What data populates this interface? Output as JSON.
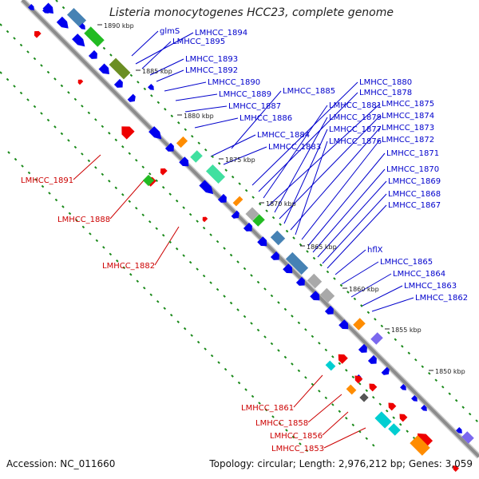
{
  "title": "Listeria monocytogenes HCC23, complete genome",
  "footer": {
    "accession": "Accession: NC_011660",
    "topology": "Topology: circular; Length: 2,976,212 bp; Genes: 3,059"
  },
  "colors": {
    "background": "#ffffff",
    "backbone": "#8c8c8c",
    "forward_gene": "#0000ee",
    "reverse_gene": "#ee0000",
    "forward_label": "#0000cc",
    "reverse_label": "#cc0000",
    "tick_marks": "#1a8a1a",
    "cog_orange": "#ff8c00",
    "cog_green": "#22bb22",
    "cog_olive": "#6b8e23",
    "cog_cyan": "#00ced1",
    "cog_aqua": "#40e0a0",
    "cog_steel": "#4682b4",
    "cog_gray": "#a9a9a9",
    "cog_purple": "#7b68ee"
  },
  "kbp_marks": [
    "1890 kbp",
    "1885 kbp",
    "1880 kbp",
    "1875 kbp",
    "1870 kbp",
    "1865 kbp",
    "1860 kbp",
    "1855 kbp",
    "1850 kbp"
  ],
  "forward_genes": [
    "glmS",
    "LMHCC_1894",
    "LMHCC_1895",
    "LMHCC_1893",
    "LMHCC_1892",
    "LMHCC_1890",
    "LMHCC_1889",
    "LMHCC_1887",
    "LMHCC_1886",
    "LMHCC_1885",
    "LMHCC_1884",
    "LMHCC_1883",
    "LMHCC_1880",
    "LMHCC_1878",
    "LMHCC_1881",
    "LMHCC_1875",
    "LMHCC_1879",
    "LMHCC_1874",
    "LMHCC_1877",
    "LMHCC_1873",
    "LMHCC_1876",
    "LMHCC_1872",
    "LMHCC_1871",
    "LMHCC_1870",
    "LMHCC_1869",
    "LMHCC_1868",
    "LMHCC_1867",
    "hflX",
    "LMHCC_1865",
    "LMHCC_1864",
    "LMHCC_1863",
    "LMHCC_1862"
  ],
  "reverse_genes": [
    "LMHCC_1891",
    "LMHCC_1888",
    "LMHCC_1882",
    "LMHCC_1861",
    "LMHCC_1858",
    "LMHCC_1856",
    "LMHCC_1853"
  ]
}
